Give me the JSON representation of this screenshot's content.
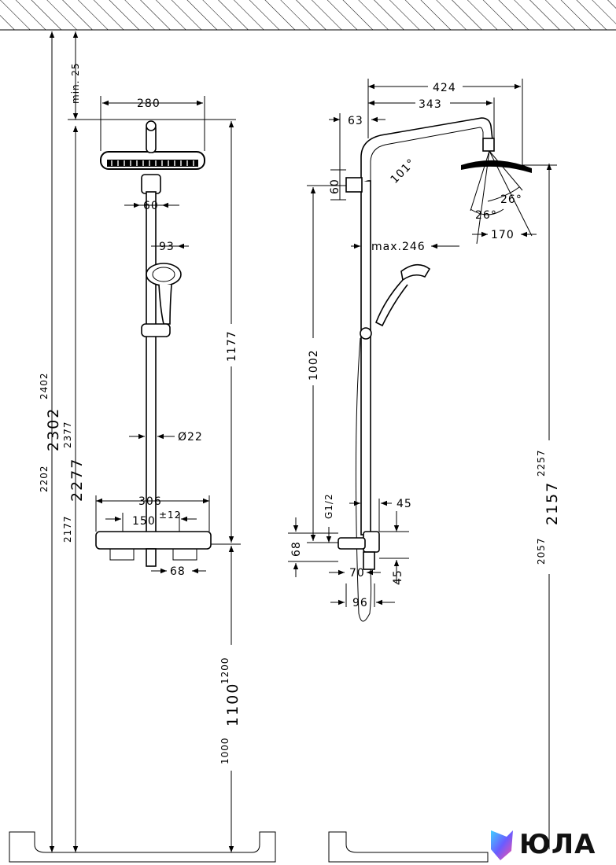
{
  "front_view": {
    "head_width": "280",
    "arm_width": "60",
    "hand_shower": "93",
    "rail_diameter": "Ø22",
    "thermostat_width": "306",
    "connection_spacing": "150",
    "connection_tolerance": "±12",
    "outlet_offset": "68",
    "min_ceiling": "min. 25",
    "rail_height": "1177",
    "floor_height_small": "1000",
    "floor_height_main": "1100",
    "floor_height_large": "1200",
    "overall_small": "2202",
    "overall_main": "2302",
    "overall_large": "2402",
    "inner_small": "2177",
    "inner_main": "2277",
    "inner_large": "2377"
  },
  "side_view": {
    "projection_total": "424",
    "projection_head": "343",
    "wall_offset": "63",
    "bracket_height": "60",
    "arm_angle": "101°",
    "spray_angle_a": "26°",
    "spray_angle_b": "26°",
    "spray_width": "170",
    "max_reach": "max.246",
    "height_to_head": "1002",
    "thread": "G1/2",
    "depth_45a": "45",
    "depth_45b": "45",
    "offset_68": "68",
    "offset_70": "70",
    "offset_96": "96",
    "head_small": "2057",
    "head_main": "2157",
    "head_large": "2257"
  },
  "logo": {
    "text": "ЮЛА"
  }
}
